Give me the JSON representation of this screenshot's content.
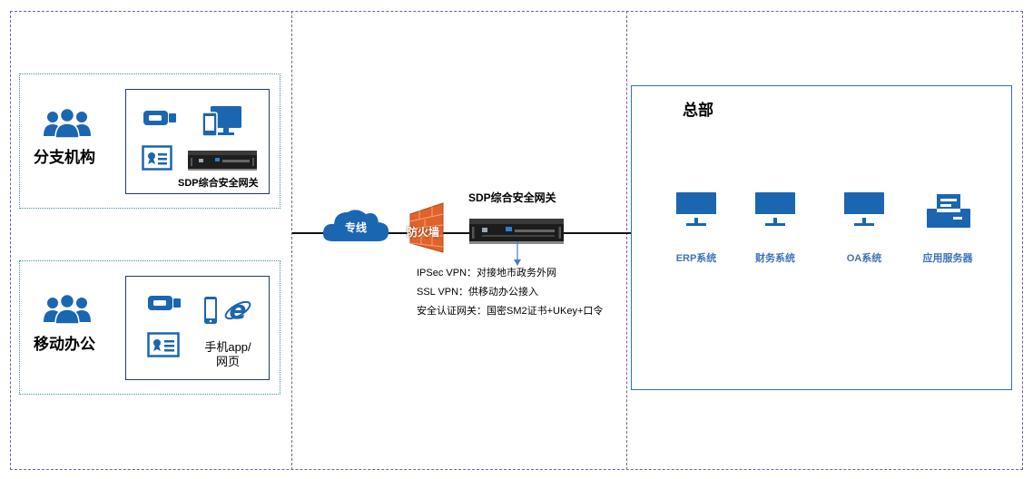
{
  "branch": {
    "title": "分支机构",
    "gateway_label": "SDP综合安全网关"
  },
  "mobile": {
    "title": "移动办公",
    "app_label_line1": "手机app/",
    "app_label_line2": "网页"
  },
  "network": {
    "cloud_label": "专线",
    "firewall_label": "防火墙"
  },
  "gateway": {
    "title": "SDP综合安全网关",
    "notes": [
      "IPSec VPN：对接地市政务外网",
      "SSL VPN：供移动办公接入",
      "安全认证网关：国密SM2证书+UKey+口令"
    ]
  },
  "hq": {
    "title": "总部",
    "systems": [
      "ERP系统",
      "财务系统",
      "OA系统",
      "应用服务器"
    ]
  },
  "colors": {
    "icon_blue": "#1b66b1",
    "zone_border": "#7a5aa6",
    "hq_border": "#2e6fbf",
    "firewall": "#e0632a"
  }
}
